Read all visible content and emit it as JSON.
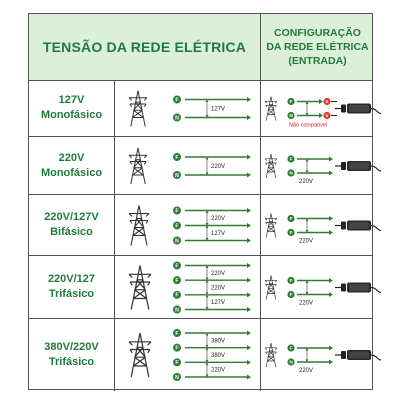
{
  "header": {
    "left_title": "TENSÃO DA REDE ELÉTRICA",
    "right_title": [
      "CONFIGURAÇÃO",
      "DA REDE ELÉTRICA",
      "(ENTRADA)"
    ]
  },
  "colors": {
    "green": "#217a3d",
    "header_bg": "#dcefd8",
    "circle_green": "#2e7d32",
    "red": "#e53935"
  },
  "rows": [
    {
      "label": [
        "127V",
        "Monofásico"
      ],
      "lines": [
        "F",
        "N"
      ],
      "voltages": [
        "127V"
      ],
      "config": {
        "lines": [
          "F",
          "N"
        ],
        "voltage": "",
        "status": "Não compatível"
      }
    },
    {
      "label": [
        "220V",
        "Monofásico"
      ],
      "lines": [
        "F",
        "N"
      ],
      "voltages": [
        "220V"
      ],
      "config": {
        "lines": [
          "F",
          "N"
        ],
        "voltage": "220V",
        "status": ""
      }
    },
    {
      "label": [
        "220V/127V",
        "Bifásico"
      ],
      "lines": [
        "F",
        "F",
        "N"
      ],
      "voltages": [
        "220V",
        "127V"
      ],
      "config": {
        "lines": [
          "F",
          "F"
        ],
        "voltage": "220V",
        "status": ""
      }
    },
    {
      "label": [
        "220V/127",
        "Trifásico"
      ],
      "lines": [
        "F",
        "F",
        "F",
        "N"
      ],
      "voltages": [
        "220V",
        "220V",
        "127V"
      ],
      "config": {
        "lines": [
          "F",
          "F"
        ],
        "voltage": "220V",
        "status": ""
      }
    },
    {
      "label": [
        "380V/220V",
        "Trifásico"
      ],
      "lines": [
        "F",
        "F",
        "F",
        "N"
      ],
      "voltages": [
        "380V",
        "380V",
        "220V"
      ],
      "config": {
        "lines": [
          "F",
          "N"
        ],
        "voltage": "220V",
        "status": ""
      }
    }
  ]
}
